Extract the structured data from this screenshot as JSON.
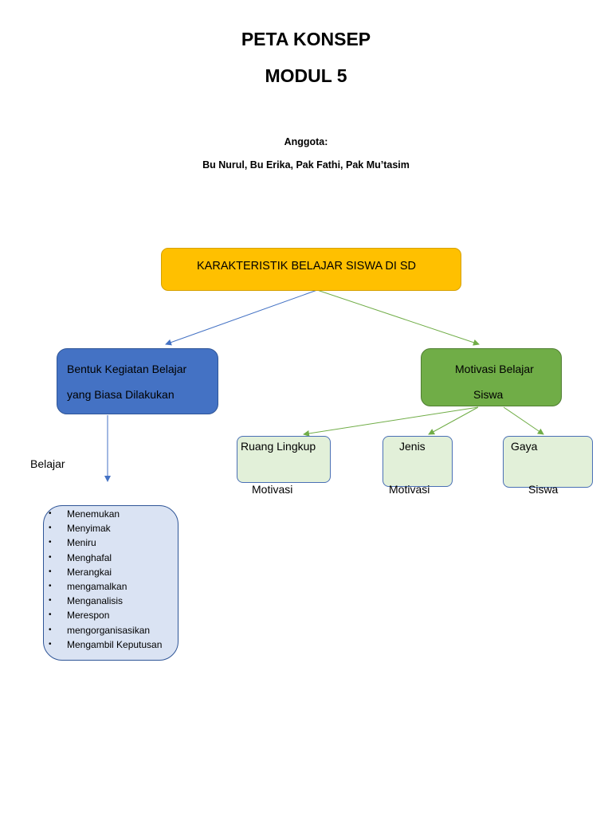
{
  "header": {
    "title_line1": "PETA KONSEP",
    "title_line2": "MODUL 5",
    "members_label": "Anggota:",
    "members": "Bu Nurul, Bu Erika, Pak Fathi, Pak Mu’tasim"
  },
  "diagram": {
    "root": "KARAKTERISTIK BELAJAR SISWA DI SD",
    "left_node": {
      "line1": "Bentuk Kegiatan Belajar",
      "line2": "yang Biasa Dilakukan"
    },
    "right_node": {
      "line1": "Motivasi Belajar",
      "line2": "Siswa"
    },
    "sub_nodes": [
      {
        "line1": "Ruang Lingkup",
        "line2": "Motivasi"
      },
      {
        "line1": "Jenis",
        "line2": "Motivasi"
      },
      {
        "line1": "Gaya",
        "line2": "Siswa"
      }
    ],
    "side_label": "Belajar",
    "activities": [
      "Menemukan",
      "Menyimak",
      "Meniru",
      "Menghafal",
      "Merangkai",
      "mengamalkan",
      "Menganalisis",
      "Merespon",
      "mengorganisasikan",
      "Mengambil Keputusan"
    ],
    "bullet_glyph": "•",
    "colors": {
      "root_fill": "#ffc000",
      "left_fill": "#4472c4",
      "right_fill": "#70ad47",
      "sub_fill": "#e2f0d9",
      "list_fill": "#dae3f3",
      "blue_edge": "#4472c4",
      "green_edge": "#70ad47"
    }
  }
}
